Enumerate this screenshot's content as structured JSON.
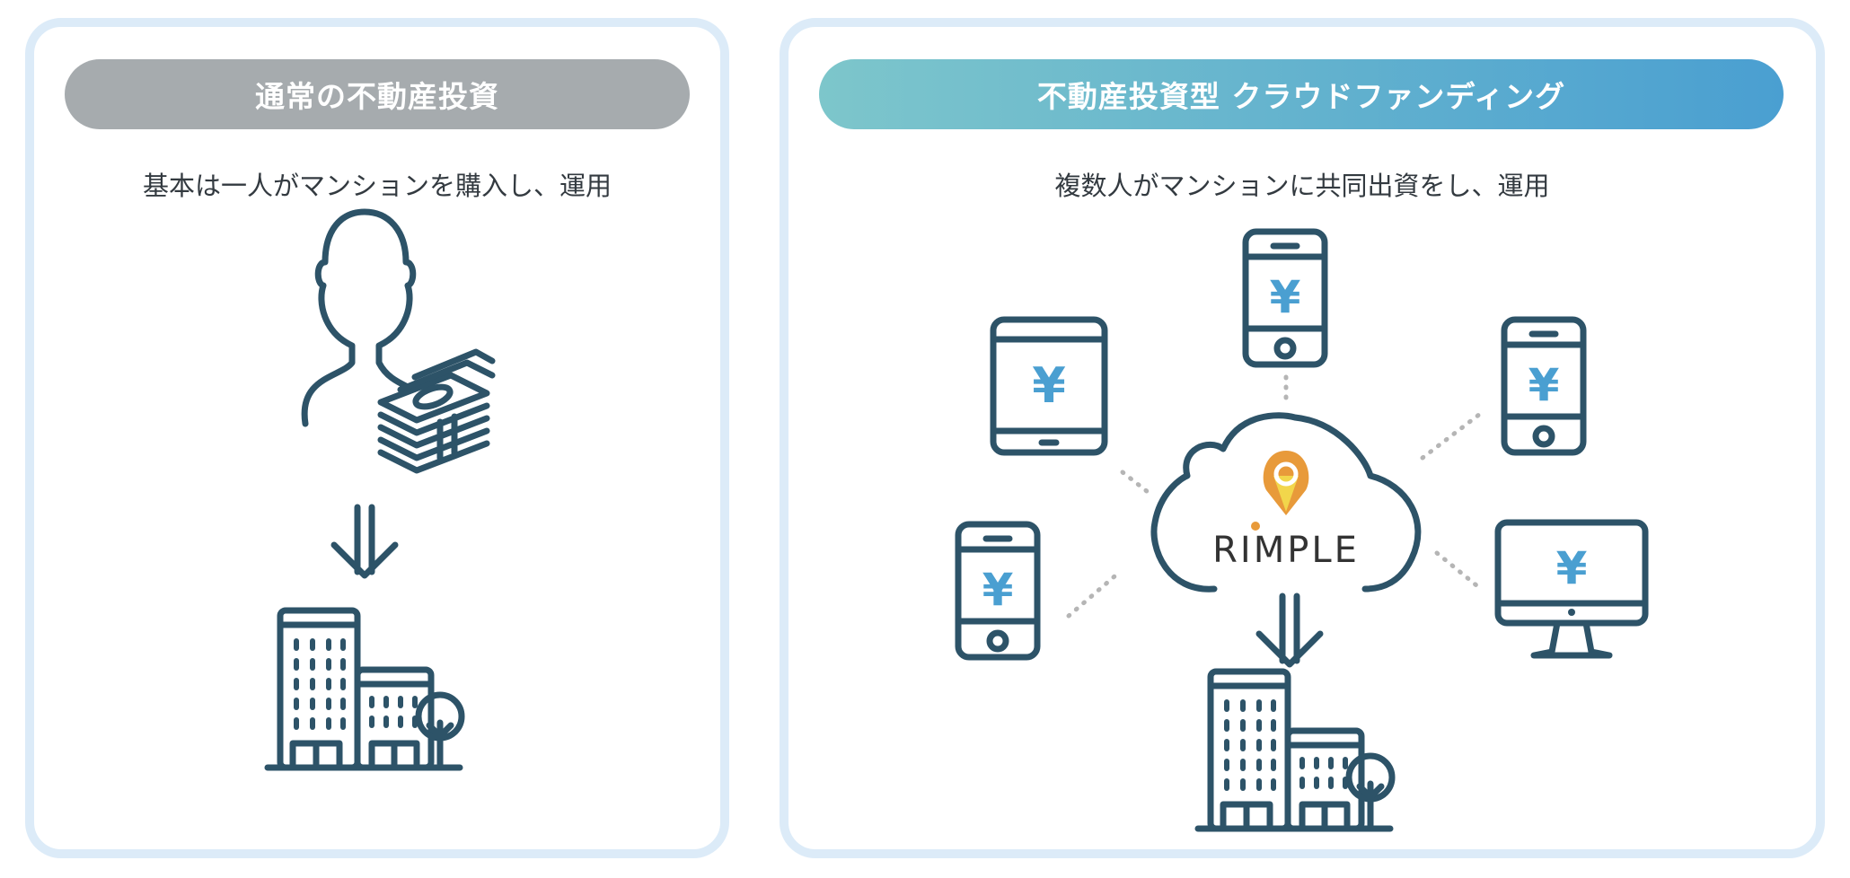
{
  "left_panel": {
    "title": "通常の不動産投資",
    "subtitle": "基本は一人がマンションを購入し、運用"
  },
  "right_panel": {
    "title": "不動産投資型 クラウドファンディング",
    "subtitle": "複数人がマンションに共同出資をし、運用",
    "logo_text": "RIMPLE",
    "currency_symbol": "¥"
  },
  "colors": {
    "icon_stroke": "#2d5368",
    "yen_blue": "#4a9fd1",
    "panel_border": "#dcebf8",
    "pill_gray": "#a6abae",
    "pill_gradient_start": "#7dc6cb",
    "pill_gradient_end": "#4a9fd1",
    "logo_orange": "#e89a3a",
    "logo_yellow": "#f2d64b"
  },
  "icons": {
    "investor": "person-icon",
    "money": "cash-stack-icon",
    "arrow": "down-arrow-icon",
    "building": "building-icon",
    "cloud": "cloud-icon",
    "devices": [
      "tablet-icon",
      "smartphone-icon",
      "monitor-icon"
    ]
  }
}
